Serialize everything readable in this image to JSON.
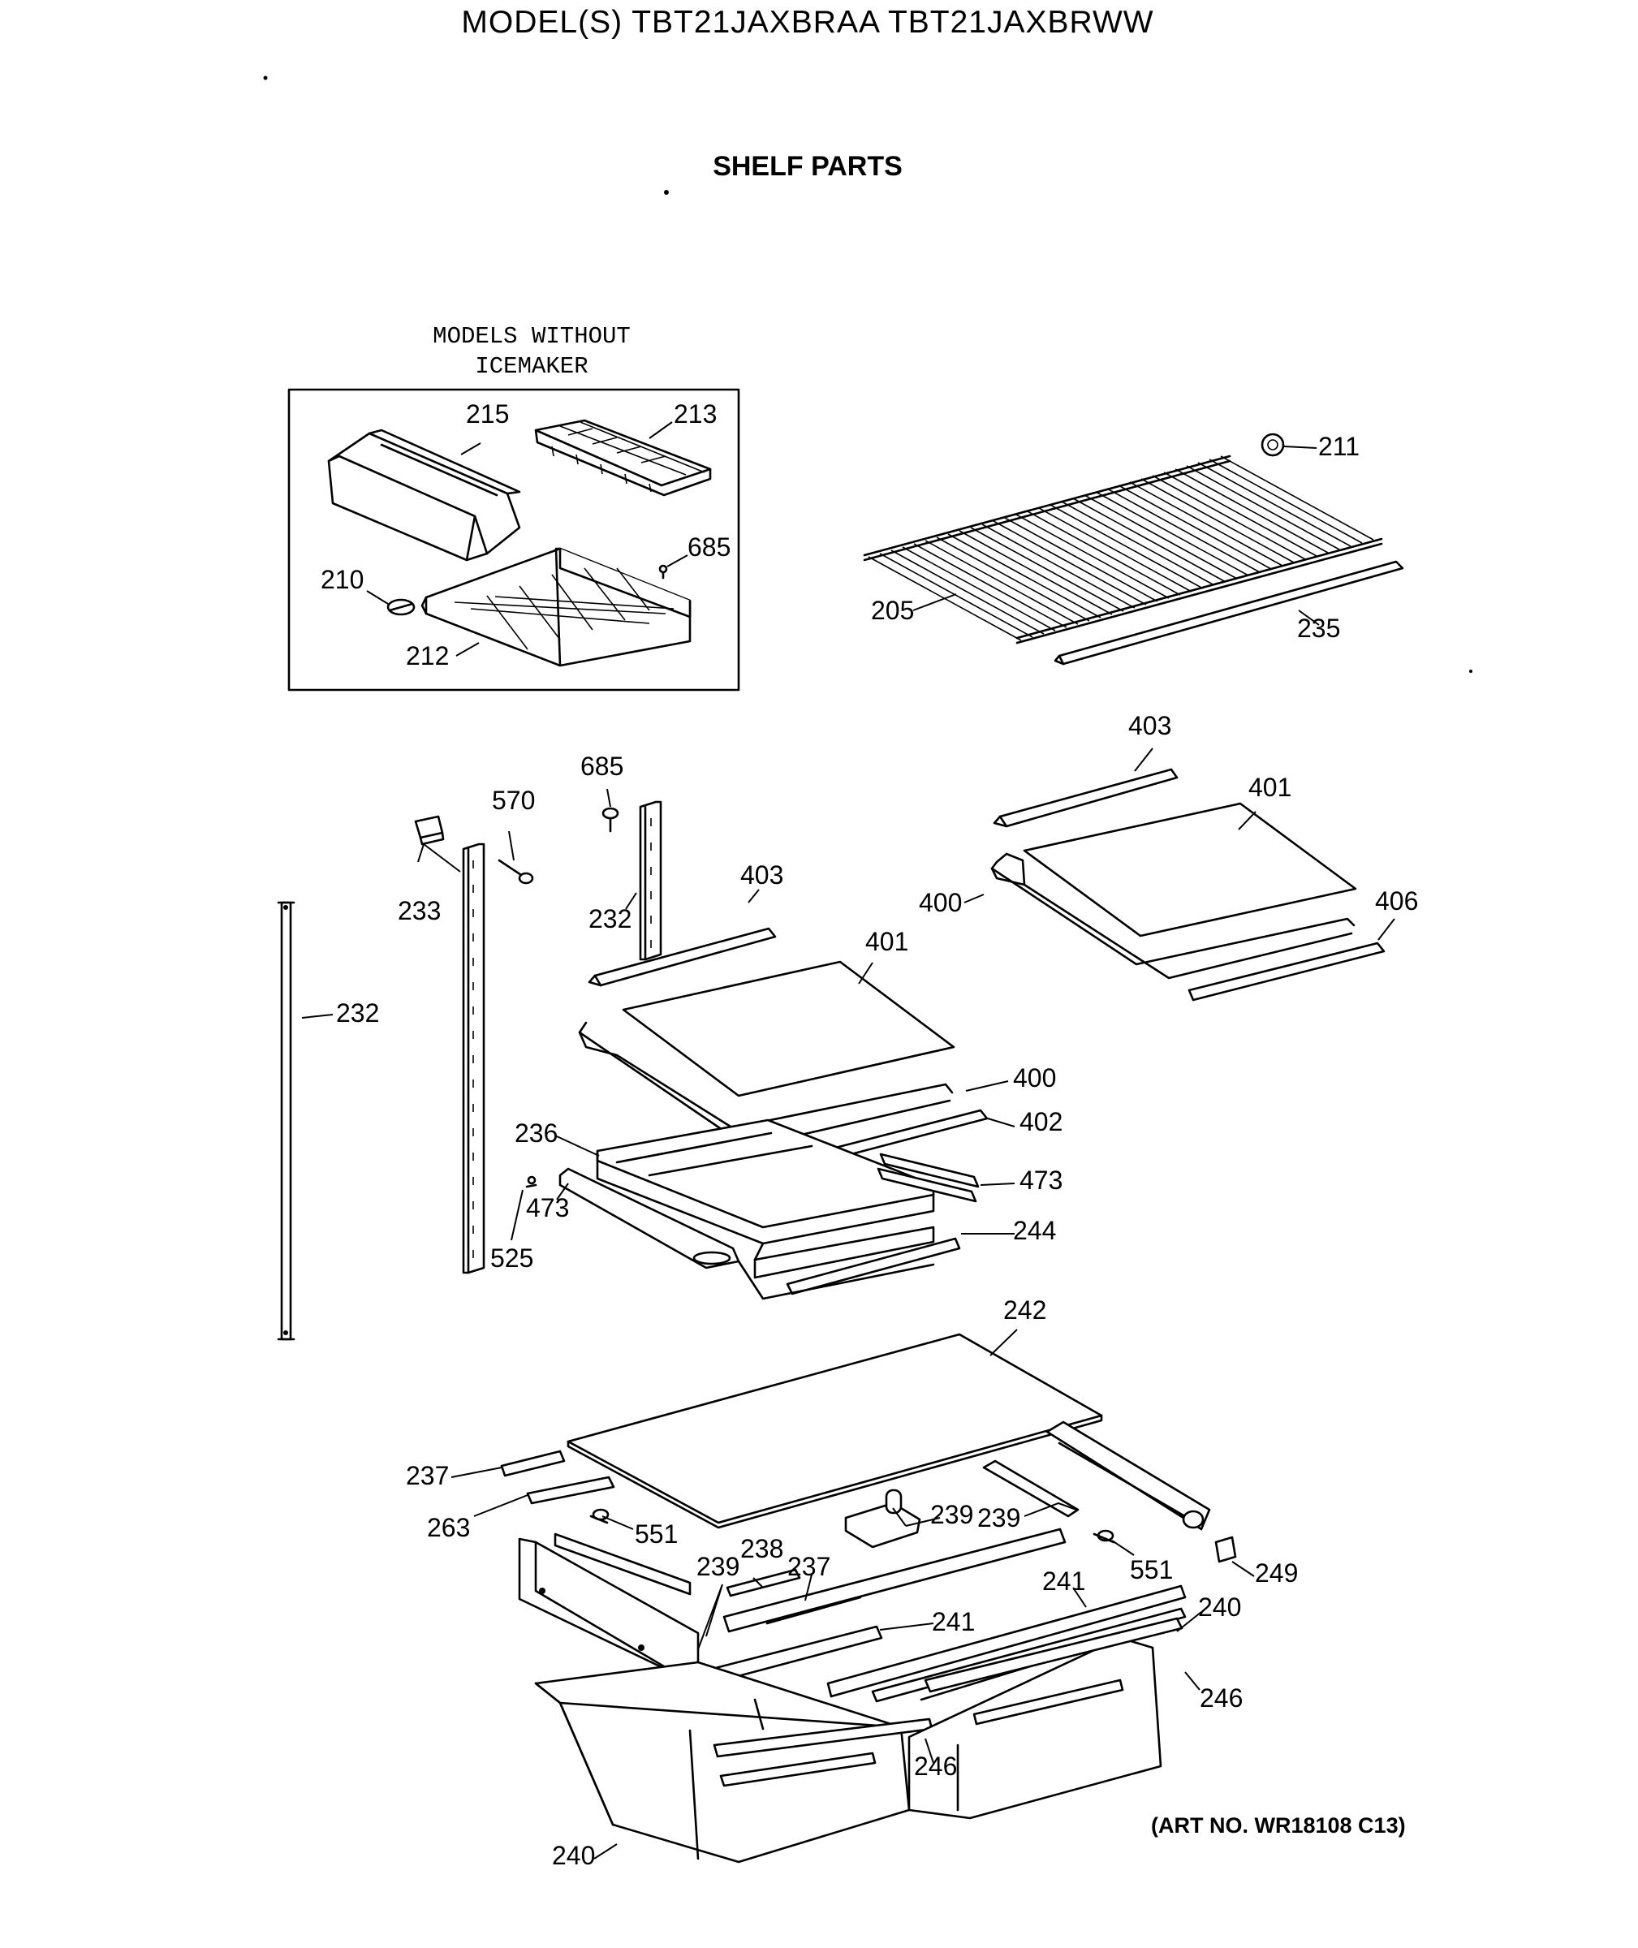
{
  "header": {
    "model_title": "MODEL(S) TBT21JAXBRAA  TBT21JAXBRWW",
    "section_title": "SHELF PARTS"
  },
  "inset": {
    "caption_line1": "MODELS WITHOUT",
    "caption_line2": "ICEMAKER"
  },
  "footer": {
    "art_number": "(ART NO. WR18108 C13)"
  },
  "labels": [
    "215",
    "213",
    "685",
    "210",
    "212",
    "211",
    "205",
    "235",
    "403",
    "401",
    "406",
    "400",
    "570",
    "685",
    "233",
    "232",
    "403",
    "401",
    "232",
    "400",
    "402",
    "236",
    "473",
    "473",
    "525",
    "244",
    "242",
    "237",
    "263",
    "551",
    "239",
    "239",
    "238",
    "237",
    "239",
    "551",
    "249",
    "241",
    "241",
    "240",
    "246",
    "246",
    "240"
  ]
}
